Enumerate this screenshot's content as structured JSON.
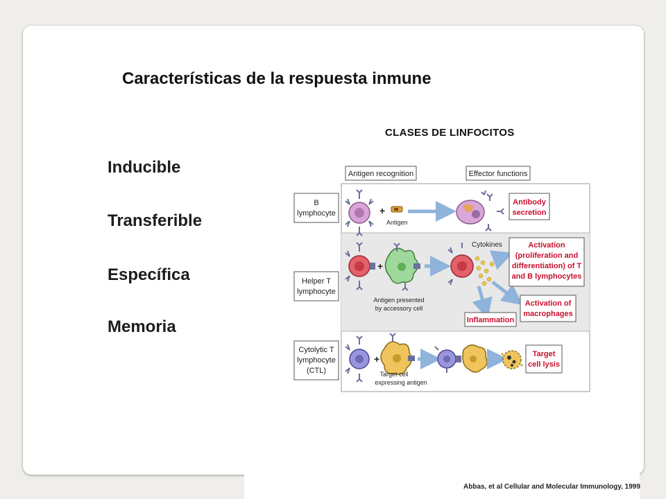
{
  "slide": {
    "title": "Características de la respuesta inmune",
    "bullets": [
      "Inducible",
      "Transferible",
      "Específica",
      "Memoria"
    ]
  },
  "diagram": {
    "title": "CLASES DE LINFOCITOS",
    "headers": {
      "left": "Antigen recognition",
      "right": "Effector functions"
    },
    "rows": {
      "b": {
        "label": [
          "B",
          "lymphocyte"
        ],
        "caption": [
          "Antigen"
        ],
        "effects": [
          [
            "Antibody",
            "secretion"
          ]
        ]
      },
      "helper": {
        "label": [
          "Helper T",
          "lymphocyte"
        ],
        "caption": [
          "Antigen presented",
          "by accessory cell"
        ],
        "cytokines": "Cytokines",
        "effects": [
          [
            "Activation",
            "(proliferation and",
            "differentiation) of T",
            "and B lymphocytes"
          ],
          [
            "Activation of",
            "macrophages"
          ],
          [
            "Inflammation"
          ]
        ]
      },
      "ctl": {
        "label": [
          "Cytolytic T",
          "lymphocyte",
          "(CTL)"
        ],
        "caption": [
          "Target cell",
          "expressing antigen"
        ],
        "effects": [
          [
            "Target",
            "cell lysis"
          ]
        ]
      }
    },
    "colors": {
      "effect_text": "#c8102e",
      "arrow": "#8fb3da",
      "b_cell": "#d8a5d6",
      "helper_cell": "#e3616a",
      "apc_cell": "#9fd89b",
      "ctl_cell": "#9a96dc",
      "target_cell": "#f0c45c",
      "row_bg": "#e8e8e8"
    }
  },
  "credit": "Abbas, et al Cellular and Molecular Immunology, 1999"
}
